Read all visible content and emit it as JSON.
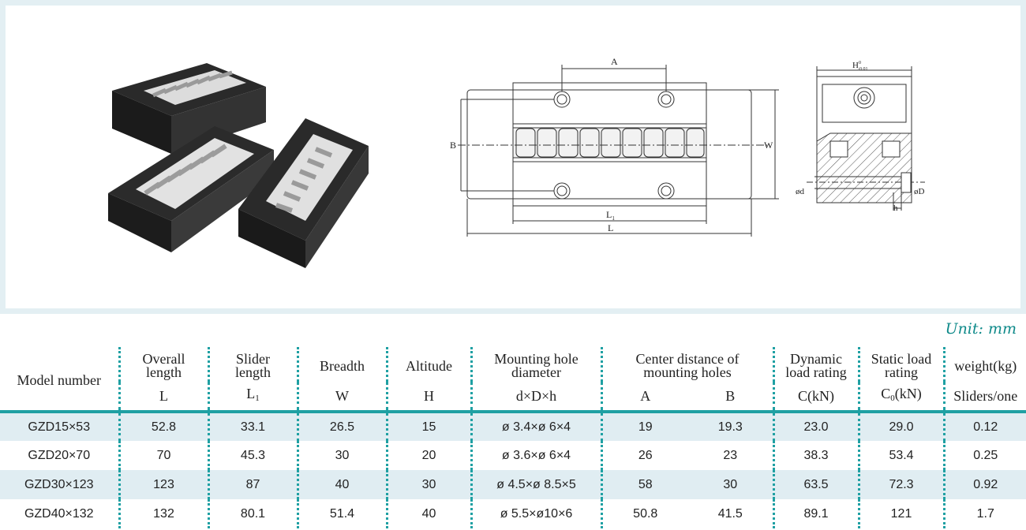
{
  "unit_label": "Unit: mm",
  "diagram": {
    "label_A": "A",
    "label_B": "B",
    "label_W": "W",
    "label_L1": "L",
    "label_L1_sub": "1",
    "label_L": "L",
    "label_H": "H",
    "label_H_tol_top": "0",
    "label_H_tol_bottom": "-0.01",
    "label_d": "ød",
    "label_D": "øD",
    "label_h": "h"
  },
  "table": {
    "headers": {
      "model": "Model number",
      "overall_1": "Overall",
      "overall_2": "length",
      "overall_sym": "L",
      "slider_1": "Slider",
      "slider_2": "length",
      "slider_sym": "L",
      "slider_sub": "1",
      "breadth": "Breadth",
      "breadth_sym": "W",
      "altitude": "Altitude",
      "altitude_sym": "H",
      "mount_1": "Mounting hole",
      "mount_2": "diameter",
      "mount_sym": "d×D×h",
      "center_1": "Center distance of",
      "center_2": "mounting holes",
      "center_sym_a": "A",
      "center_sym_b": "B",
      "dyn_1": "Dynamic",
      "dyn_2": "load rating",
      "dyn_sym": "C(kN)",
      "static_1": "Static load",
      "static_2": "rating",
      "static_sym_pre": "C",
      "static_sub": "0",
      "static_sym_post": "(kN)",
      "weight": "weight(kg)",
      "weight_sym": "Sliders/one"
    },
    "rows": [
      {
        "model": "GZD15×53",
        "L": "52.8",
        "L1": "33.1",
        "W": "26.5",
        "H": "15",
        "dDh": "ø 3.4×ø 6×4",
        "A": "19",
        "B": "19.3",
        "C": "23.0",
        "C0": "29.0",
        "weight": "0.12"
      },
      {
        "model": "GZD20×70",
        "L": "70",
        "L1": "45.3",
        "W": "30",
        "H": "20",
        "dDh": "ø 3.6×ø 6×4",
        "A": "26",
        "B": "23",
        "C": "38.3",
        "C0": "53.4",
        "weight": "0.25"
      },
      {
        "model": "GZD30×123",
        "L": "123",
        "L1": "87",
        "W": "40",
        "H": "30",
        "dDh": "ø 4.5×ø 8.5×5",
        "A": "58",
        "B": "30",
        "C": "63.5",
        "C0": "72.3",
        "weight": "0.92"
      },
      {
        "model": "GZD40×132",
        "L": "132",
        "L1": "80.1",
        "W": "51.4",
        "H": "40",
        "dDh": "ø 5.5×ø10×6",
        "A": "50.8",
        "B": "41.5",
        "C": "89.1",
        "C0": "121",
        "weight": "1.7"
      }
    ]
  }
}
